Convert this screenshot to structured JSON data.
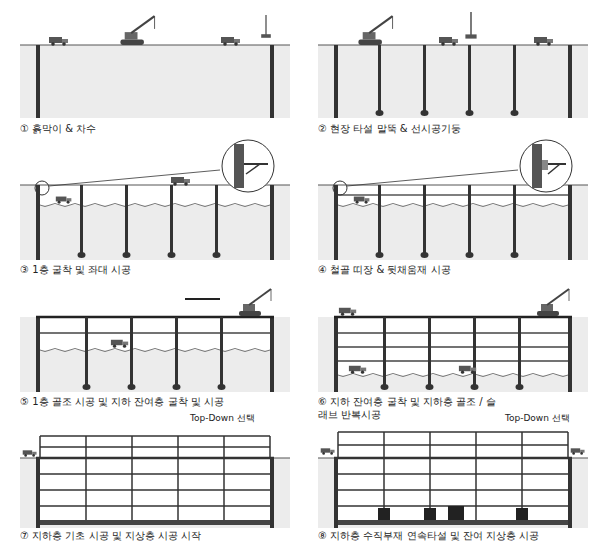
{
  "diagram": {
    "labels": [
      "① 흙막이 & 차수",
      "② 현장 타설 말뚝 & 선시공기둥",
      "③ 1층 굴착 및 좌대 시공",
      "④ 철골 띠장 & 뒷채움재 시공",
      "⑤ 1층 골조 시공 및 지하 잔여층 굴착 및 시공",
      "⑥ 지하 잔여층 굴착 및 지하층 골조 / 슬래브 반복시공",
      "Top-Down 선택",
      "Top-Down 선택",
      "⑦ 지하층 기초 시공 및 지상층 시공 시작",
      "⑧ 지하층 수직부재 연속타설 및 잔여 지상층 시공"
    ]
  }
}
